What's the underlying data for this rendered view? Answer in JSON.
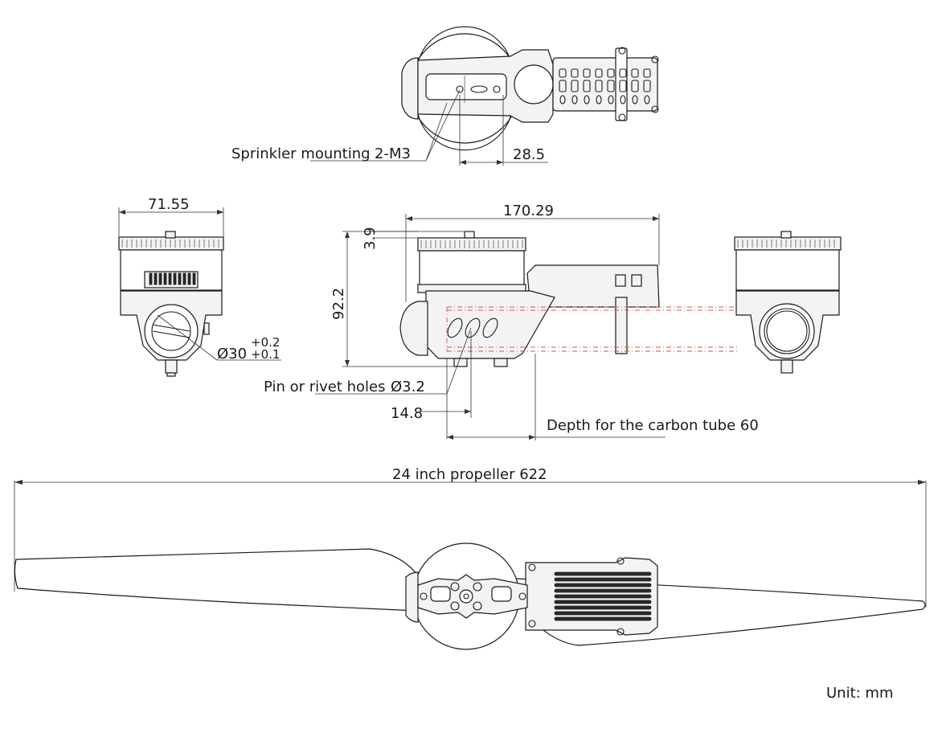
{
  "labels": {
    "sprinkler": "Sprinkler mounting",
    "sprinkler_thread": "2-M3",
    "dim_28_5": "28.5",
    "dim_71_55": "71.55",
    "dim_170_29": "170.29",
    "dim_3_9": "3.9",
    "dim_92_2": "92.2",
    "dia_30": "Ø30",
    "tol_upper": "+0.2",
    "tol_lower": "+0.1",
    "pin_holes": "Pin or rivet holes",
    "pin_dia": "Ø3.2",
    "dim_14_8": "14.8",
    "depth_tube": "Depth for the carbon tube 60",
    "propeller": "24 inch propeller 622",
    "unit": "Unit:  mm"
  }
}
